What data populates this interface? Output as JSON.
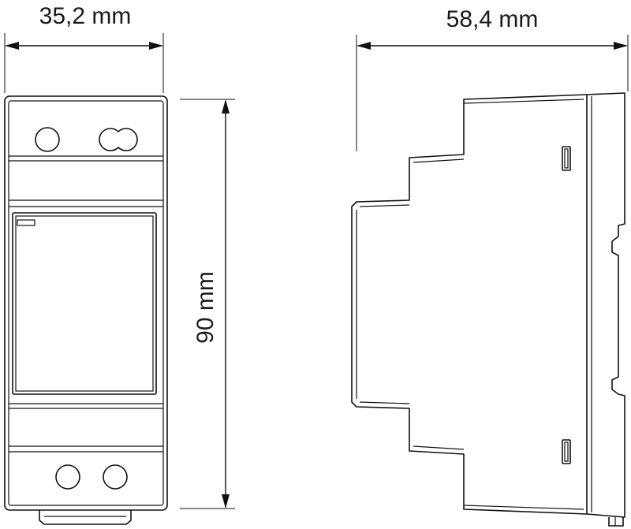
{
  "dimensions": {
    "width_front": "35,2 mm",
    "depth_side": "58,4 mm",
    "height": "90 mm"
  },
  "colors": {
    "line": "#111111",
    "background": "#ffffff"
  }
}
